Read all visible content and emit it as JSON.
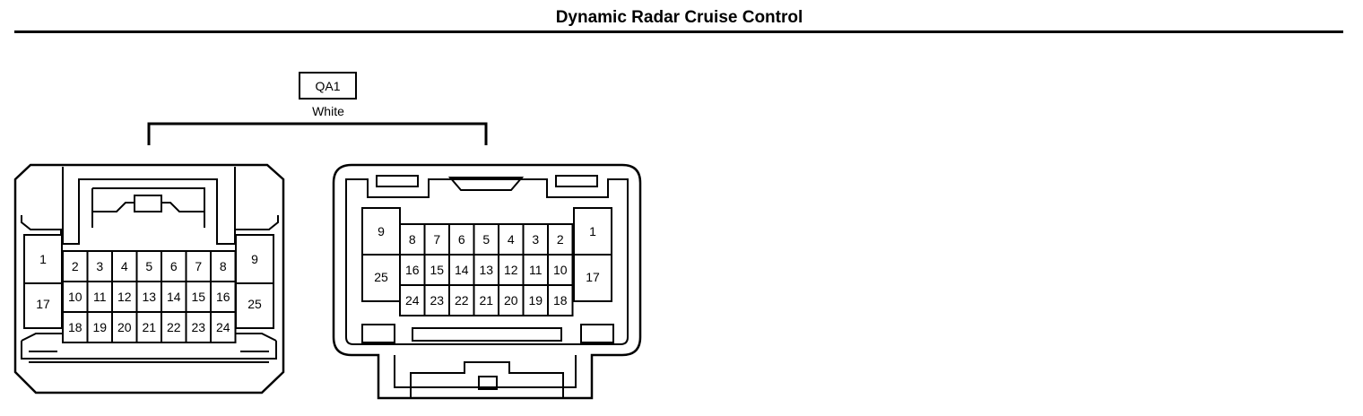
{
  "title": "Dynamic Radar Cruise Control",
  "connector": {
    "code": "QA1",
    "color_label": "White"
  },
  "left_view": {
    "side_top": [
      "1",
      "9"
    ],
    "side_bottom": [
      "17",
      "25"
    ],
    "row1": [
      "2",
      "3",
      "4",
      "5",
      "6",
      "7",
      "8"
    ],
    "row2": [
      "10",
      "11",
      "12",
      "13",
      "14",
      "15",
      "16"
    ],
    "row3": [
      "18",
      "19",
      "20",
      "21",
      "22",
      "23",
      "24"
    ]
  },
  "right_view": {
    "side_top": [
      "9",
      "1"
    ],
    "side_bottom": [
      "25",
      "17"
    ],
    "row1": [
      "8",
      "7",
      "6",
      "5",
      "4",
      "3",
      "2"
    ],
    "row2": [
      "16",
      "15",
      "14",
      "13",
      "12",
      "11",
      "10"
    ],
    "row3": [
      "24",
      "23",
      "22",
      "21",
      "20",
      "19",
      "18"
    ]
  }
}
